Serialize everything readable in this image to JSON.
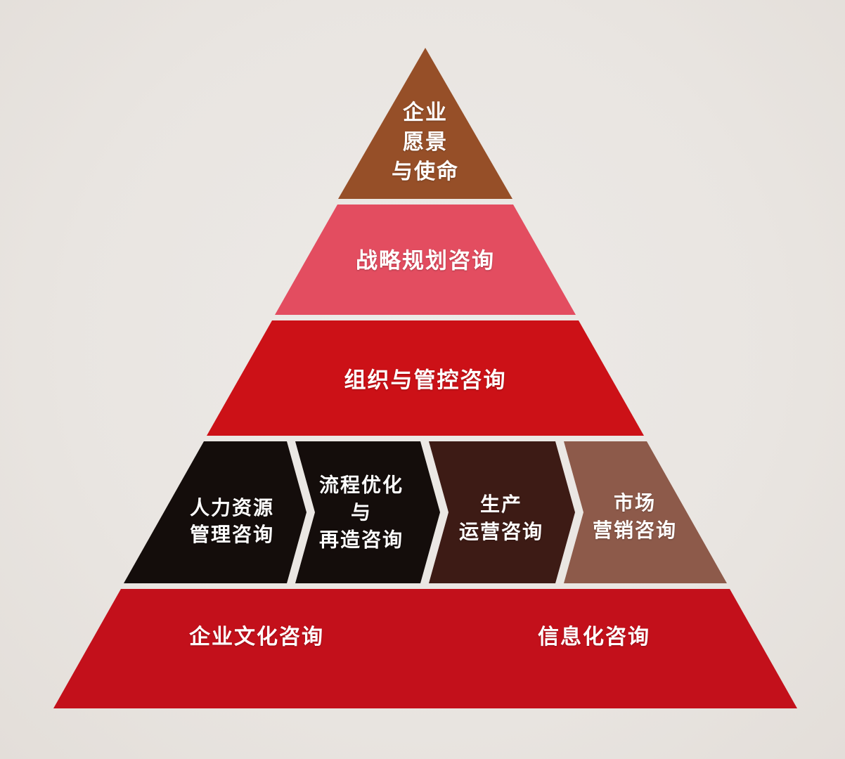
{
  "diagram": {
    "background_color": "#e9e5e1",
    "text_color": "#ffffff",
    "levels": {
      "vision": {
        "lines": [
          "企业",
          "愿景",
          "与使命"
        ],
        "color": "#964f28"
      },
      "strategy": {
        "label": "战略规划咨询",
        "color": "#e34d60"
      },
      "organization": {
        "label": "组织与管控咨询",
        "color": "#cc1117"
      },
      "blocks": [
        {
          "lines": [
            "人力资源",
            "管理咨询"
          ],
          "color": "#140d0b"
        },
        {
          "lines": [
            "流程优化",
            "与",
            "再造咨询"
          ],
          "color": "#140d0b"
        },
        {
          "lines": [
            "生产",
            "运营咨询"
          ],
          "color": "#3d1b15"
        },
        {
          "lines": [
            "市场",
            "营销咨询"
          ],
          "color": "#8d5a4a"
        }
      ],
      "base": {
        "left_label": "企业文化咨询",
        "right_label": "信息化咨询",
        "color": "#c3101b"
      }
    }
  }
}
